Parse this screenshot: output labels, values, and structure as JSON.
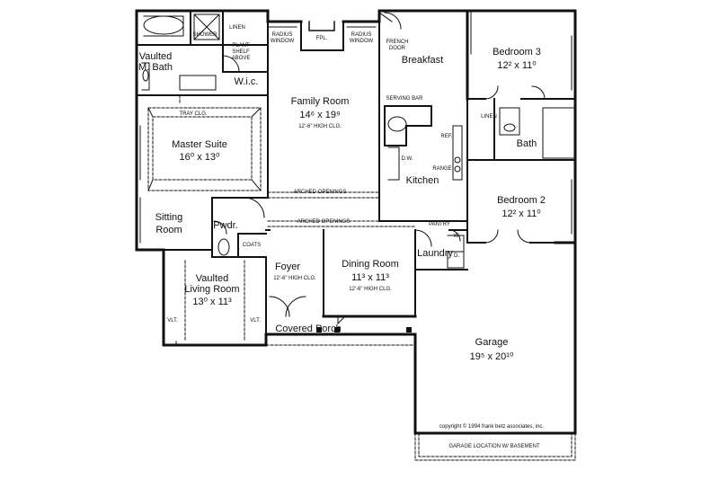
{
  "rooms": {
    "vaulted_m_bath": {
      "name_line1": "Vaulted",
      "name_line2": "M. Bath"
    },
    "shower": "SHOWER",
    "linen_top": "LINEN",
    "plant_shelf": [
      "PLANT",
      "SHELF",
      "ABOVE"
    ],
    "wic": "W.i.c.",
    "radius_window_left": [
      "RADIUS",
      "WINDOW"
    ],
    "radius_window_right": [
      "RADIUS",
      "WINDOW"
    ],
    "fpl": "FPL.",
    "french_door": [
      "FRENCH",
      "DOOR"
    ],
    "breakfast": "Breakfast",
    "bedroom3": {
      "name": "Bedroom 3",
      "dims": "12² x 11⁰"
    },
    "family_room": {
      "name": "Family Room",
      "dims": "14⁶ x 19⁹",
      "note": "12'-6\" HIGH CLG."
    },
    "serving_bar": "SERVING BAR",
    "master_suite": {
      "name": "Master Suite",
      "dims": "16⁰ x 13⁰",
      "tray": "TRAY CLG."
    },
    "linen_bath": "LINEN",
    "bath": "Bath",
    "ref": "REF.",
    "dw": "D.W.",
    "range": "RANGE",
    "kitchen": "Kitchen",
    "arched_openings_1": "ARCHED OPENINGS",
    "arched_openings_2": "ARCHED OPENINGS",
    "bedroom2": {
      "name": "Bedroom 2",
      "dims": "12² x 11⁰"
    },
    "sitting_room": {
      "line1": "Sitting",
      "line2": "Room"
    },
    "pwdr": "Pwdr.",
    "coats": "COATS",
    "pantry": "PANTRY",
    "laundry": "Laundry",
    "w": "W.",
    "d": "D.",
    "foyer": {
      "name": "Foyer",
      "note": "12'-6\" HIGH CLG."
    },
    "dining_room": {
      "name": "Dining Room",
      "dims": "11³ x 11³",
      "note": "12'-6\" HIGH CLG."
    },
    "vaulted_living": {
      "line1": "Vaulted",
      "line2": "Living Room",
      "dims": "13⁰ x 11³"
    },
    "vlt_left": "VLT.",
    "vlt_right": "VLT.",
    "covered_porch": "Covered Porch",
    "garage": {
      "name": "Garage",
      "dims": "19⁵ x 20¹⁰"
    },
    "copyright": "copyright © 1994 frank betz associates, inc.",
    "garage_location": "GARAGE LOCATION W/ BASEMENT"
  },
  "colors": {
    "wall": "#111111",
    "background": "#ffffff"
  }
}
